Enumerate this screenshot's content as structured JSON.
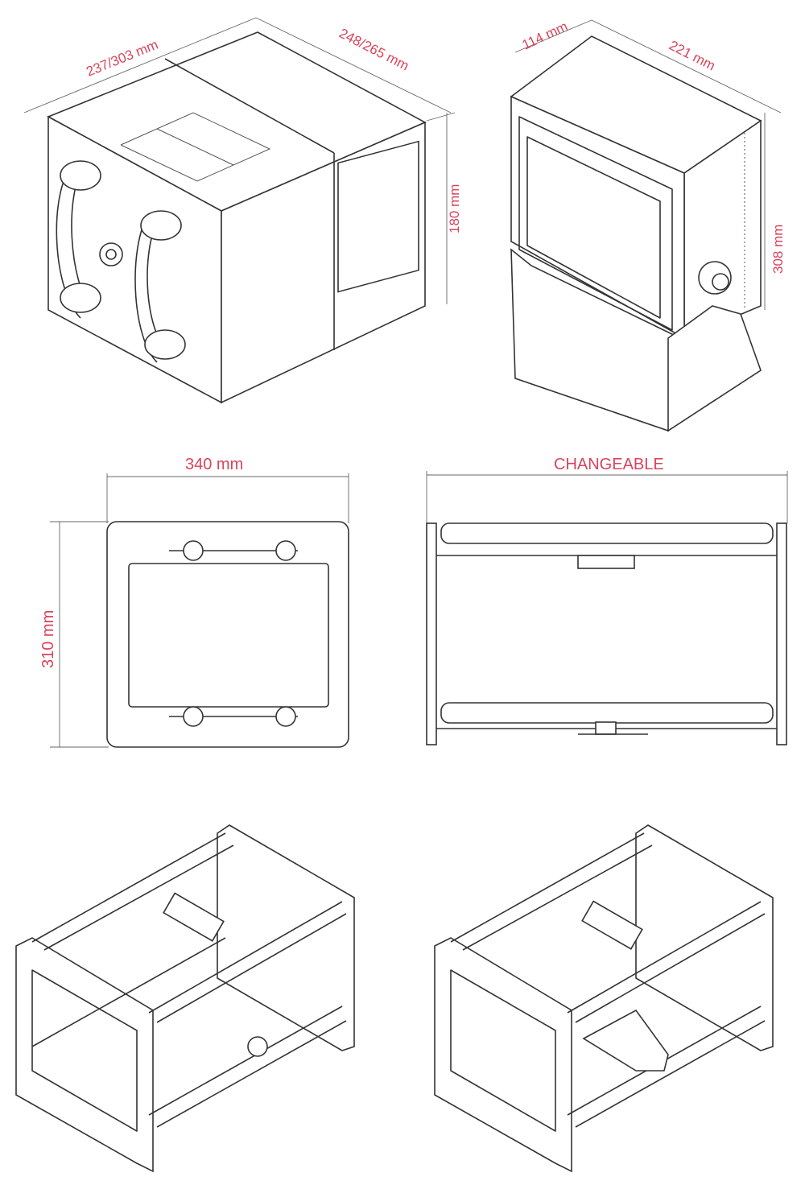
{
  "dimensions": {
    "box_width": "237/303 mm",
    "box_depth": "248/265 mm",
    "box_height": "180 mm",
    "monitor_depth": "114 mm",
    "monitor_width": "221 mm",
    "monitor_height": "308 mm",
    "plate_width": "340 mm",
    "plate_height": "310 mm",
    "frame_length": "CHANGEABLE"
  },
  "colors": {
    "dimension_text": "#d9445c",
    "line": "#333333"
  }
}
